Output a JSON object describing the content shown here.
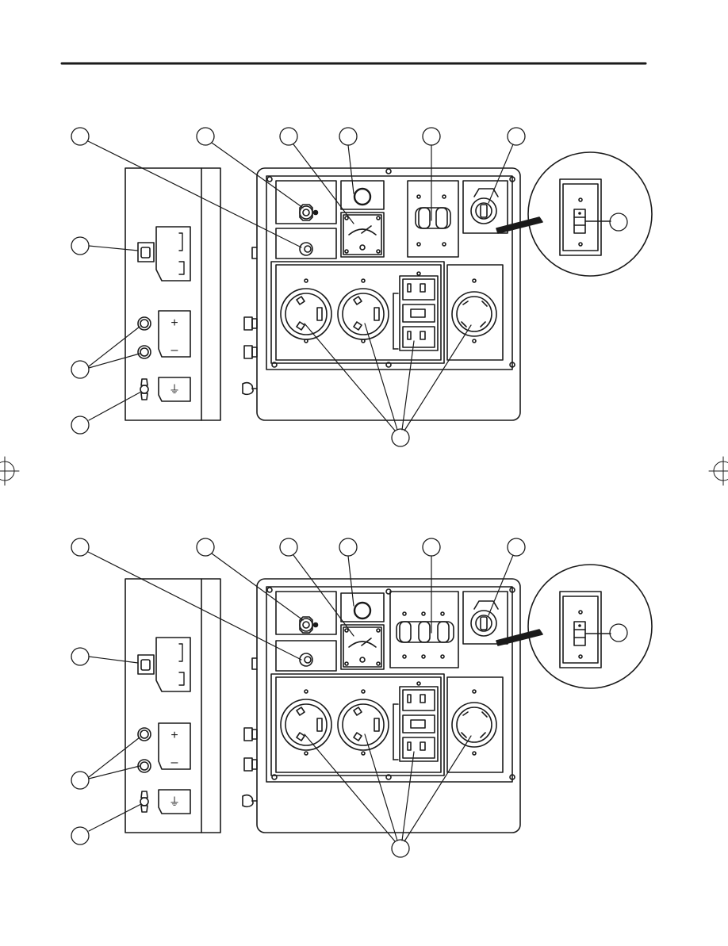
{
  "side_panel": {
    "plus_label": "+",
    "minus_label": "–",
    "ground_label": "⏚"
  },
  "callout_names": [
    "lead-1",
    "lead-2",
    "lead-3",
    "lead-4",
    "lead-5",
    "lead-6",
    "lead-7",
    "lead-8",
    "lead-9",
    "lead-10",
    "lead-11"
  ],
  "colors": {
    "line": "#1a1a1a",
    "background": "#ffffff"
  }
}
